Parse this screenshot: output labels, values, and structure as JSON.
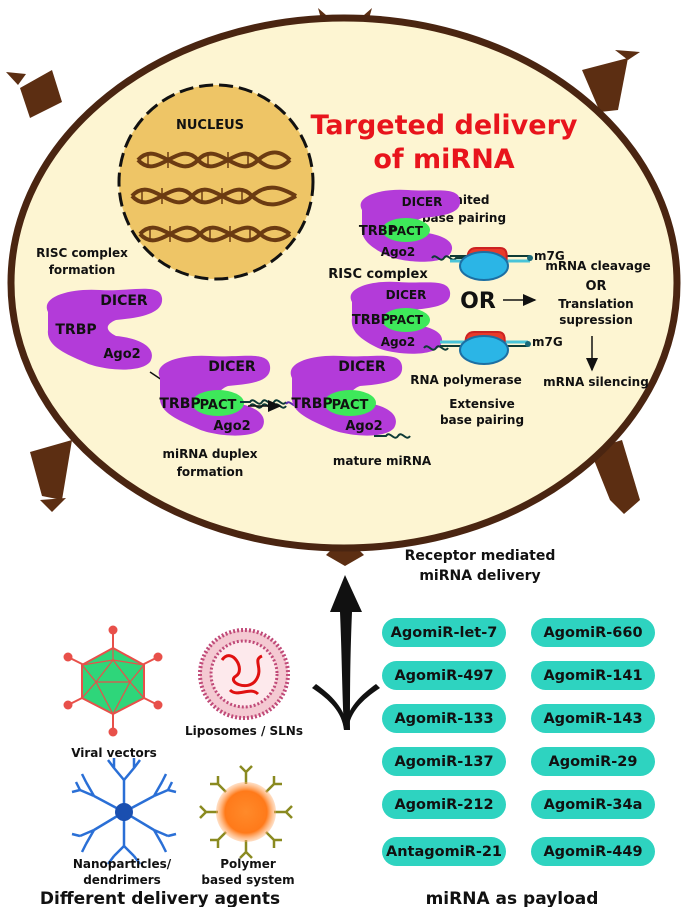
{
  "title": {
    "line1": "Targeted delivery",
    "line2": "of miRNA"
  },
  "nucleus_label": "NUCLEUS",
  "risc_formation": {
    "line1": "RISC complex",
    "line2": "formation"
  },
  "proteins": {
    "dicer": "DICER",
    "trbp": "TRBP",
    "ago2": "Ago2",
    "pact": "PACT"
  },
  "duplex": {
    "line1": "miRNA duplex",
    "line2": "formation"
  },
  "mature": "mature miRNA",
  "limited": {
    "line1": "Limited",
    "line2": "base pairing"
  },
  "risc_complex": "RISC complex",
  "cap": "m7G",
  "or_big": "OR",
  "outcomes": {
    "cleavage": "mRNA cleavage",
    "or": "OR",
    "translation1": "Translation",
    "translation2": "supression",
    "silencing": "mRNA silencing"
  },
  "rna_polymerase": "RNA polymerase",
  "extensive": {
    "line1": "Extensive",
    "line2": "base pairing"
  },
  "receptor": {
    "line1": "Receptor mediated",
    "line2": "miRNA delivery"
  },
  "agents": {
    "viral": "Viral vectors",
    "liposomes": "Liposomes / SLNs",
    "nano1": "Nanoparticles/",
    "nano2": "dendrimers",
    "polymer1": "Polymer",
    "polymer2": "based system",
    "heading": "Different delivery agents"
  },
  "payload_heading": "miRNA as payload",
  "payloads": {
    "left": [
      "AgomiR-let-7",
      "AgomiR-497",
      "AgomiR-133",
      "AgomiR-137",
      "AgomiR-212",
      "AntagomiR-21"
    ],
    "right": [
      "AgomiR-660",
      "AgomiR-141",
      "AgomiR-143",
      "AgomiR-29",
      "AgomiR-34a",
      "AgomiR-449"
    ]
  },
  "colors": {
    "cell_fill": "#fdf5d2",
    "cell_border": "#4a2511",
    "title": "#e8141c",
    "nucleus": "#eec566",
    "purple": "#b33bd9",
    "pact": "#3ee85a",
    "pill": "#2ed3c0"
  }
}
